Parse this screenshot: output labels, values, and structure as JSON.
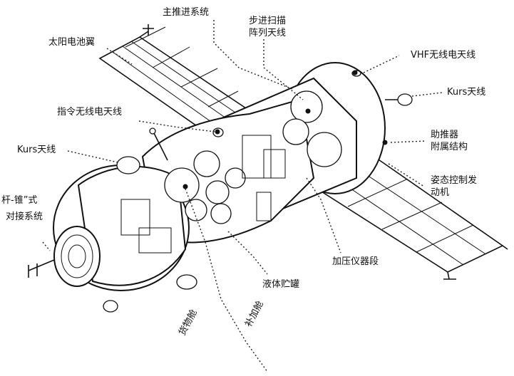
{
  "labels": {
    "main_propulsion": "主推进系统",
    "step_scan_line1": "步进扫描",
    "step_scan_line2": "阵列天线",
    "solar_wing": "太阳电池翼",
    "vhf_antenna": "VHF无线电天线",
    "kurs_antenna_right": "Kurs天线",
    "command_radio_antenna": "指令无线电天线",
    "booster_line1": "助推器",
    "booster_line2": "附属结构",
    "kurs_antenna_left": "Kurs天线",
    "docking_line1": "杆-锥”式",
    "docking_line2": "对接系统",
    "attitude_line1": "姿态控制发",
    "attitude_line2": "动机",
    "pressurized_section": "加压仪器段",
    "liquid_tank": "液体贮罐",
    "cargo_module": "货物舱",
    "refuel_module": "补加舱"
  }
}
